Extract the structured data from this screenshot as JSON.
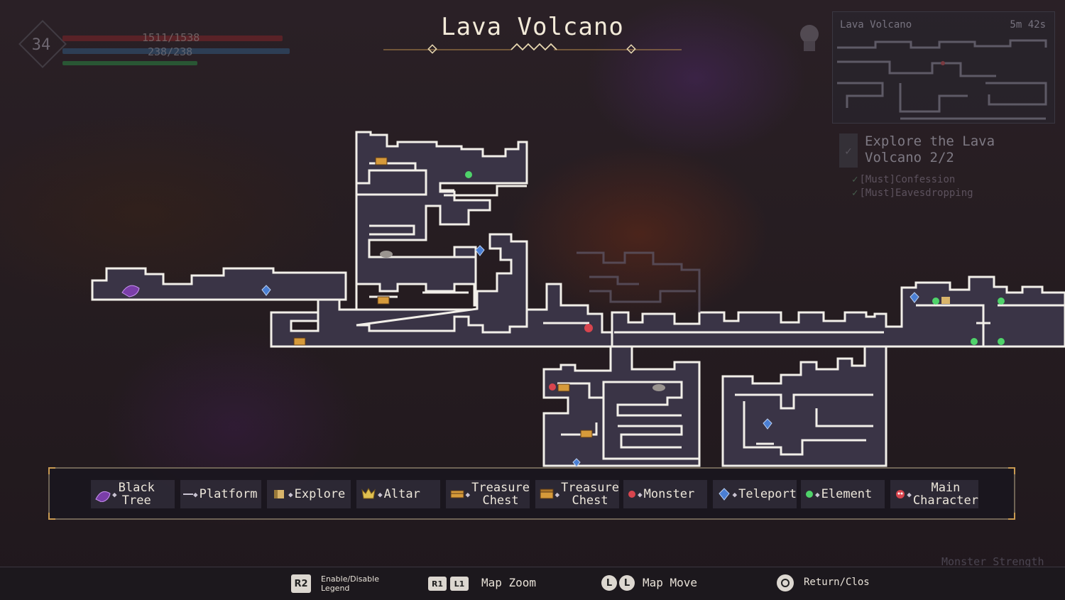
{
  "hud": {
    "level": "34",
    "hp_text": "1511/1538",
    "mp_text": "238/238"
  },
  "map_title": "Lava Volcano",
  "minimap": {
    "area_name": "Lava Volcano",
    "time": "5m 42s"
  },
  "quest": {
    "title_line1": "Explore the Lava",
    "title_line2": "Volcano ",
    "progress": "2/2",
    "subtasks": [
      "[Must]Confession",
      "[Must]Eavesdropping"
    ]
  },
  "legend": {
    "items": [
      {
        "label": "Black\nTree",
        "icon": "black-tree-icon"
      },
      {
        "label": "Platform",
        "icon": "platform-icon"
      },
      {
        "label": "Explore",
        "icon": "explore-icon"
      },
      {
        "label": "Altar",
        "icon": "altar-icon"
      },
      {
        "label": "Treasure\nChest",
        "icon": "treasure-chest-icon"
      },
      {
        "label": "Treasure\nChest",
        "icon": "treasure-chest-open-icon"
      },
      {
        "label": "Monster",
        "icon": "monster-icon"
      },
      {
        "label": "Teleport",
        "icon": "teleport-icon"
      },
      {
        "label": "Element",
        "icon": "element-icon"
      },
      {
        "label": "Main\nCharacter",
        "icon": "main-character-icon"
      }
    ]
  },
  "controls": {
    "r2_key": "R2",
    "legend_toggle_line1": "Enable/Disable",
    "legend_toggle_line2": "Legend",
    "r1_key": "R1",
    "l1_key": "L1",
    "zoom_label": "Map Zoom",
    "l_key": "L",
    "move_label": "Map Move",
    "return_label": "Return/Clos"
  },
  "monster_strength": "Monster Strength",
  "colors": {
    "map_fill": "#3a3446",
    "map_wall": "#f2efe9",
    "legend_border": "#6e6355",
    "accent_gold": "#c99a52",
    "teleport_blue": "#4a7fd4",
    "element_green": "#4fd36a",
    "monster_red": "#d8454e"
  }
}
